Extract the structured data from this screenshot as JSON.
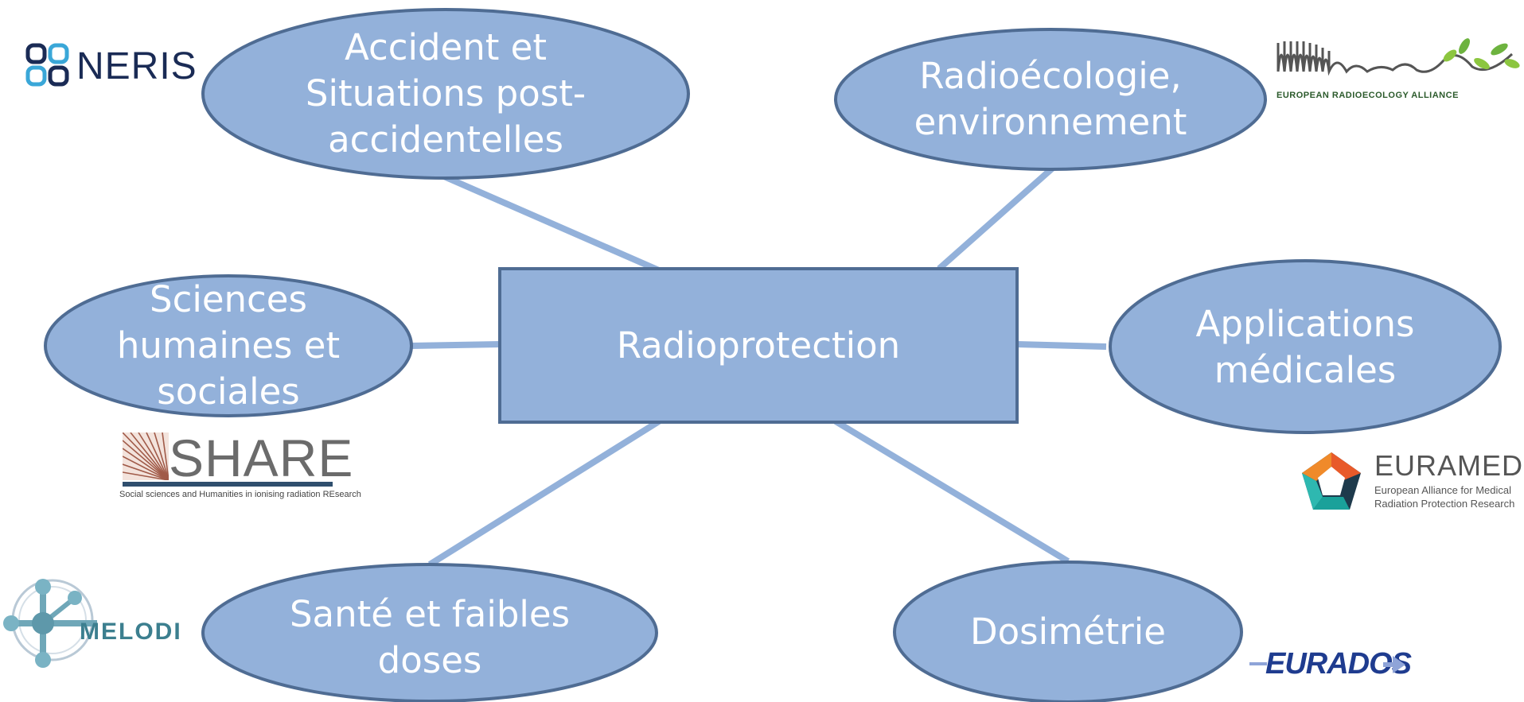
{
  "colors": {
    "node_fill": "#93b1da",
    "node_stroke": "#4f6c93",
    "edge": "#93b1da",
    "node_text": "#ffffff"
  },
  "diagram": {
    "center": {
      "label": "Radioprotection"
    },
    "nodes": {
      "accident": {
        "label": "Accident et\nSituations post-\naccidentelles"
      },
      "radioecologie": {
        "label": "Radioécologie,\nenvironnement"
      },
      "sciences": {
        "label": "Sciences\nhumaines et\nsociales"
      },
      "medical": {
        "label": "Applications\nmédicales"
      },
      "sante": {
        "label": "Santé et faibles\ndoses"
      },
      "dosimetrie": {
        "label": "Dosimétrie"
      }
    }
  },
  "logos": {
    "neris": {
      "text": "NERIS",
      "icon": "neris-grid-icon"
    },
    "era": {
      "text": "EUROPEAN RADIOECOLOGY ALLIANCE",
      "icon": "waveform-leaf-icon"
    },
    "share": {
      "text": "SHARE",
      "subtitle": "Social sciences and Humanities in ionising radiation REsearch",
      "icon": "sunburst-icon"
    },
    "euramed": {
      "text": "EURAMED",
      "subtitle_line1": "European Alliance for Medical",
      "subtitle_line2": "Radiation Protection Research",
      "icon": "pentagon-ring-icon"
    },
    "melodi": {
      "text": "MELODI",
      "icon": "molecule-icon"
    },
    "eurados": {
      "text": "EURADOS",
      "icon": "arrow-right-icon"
    }
  }
}
